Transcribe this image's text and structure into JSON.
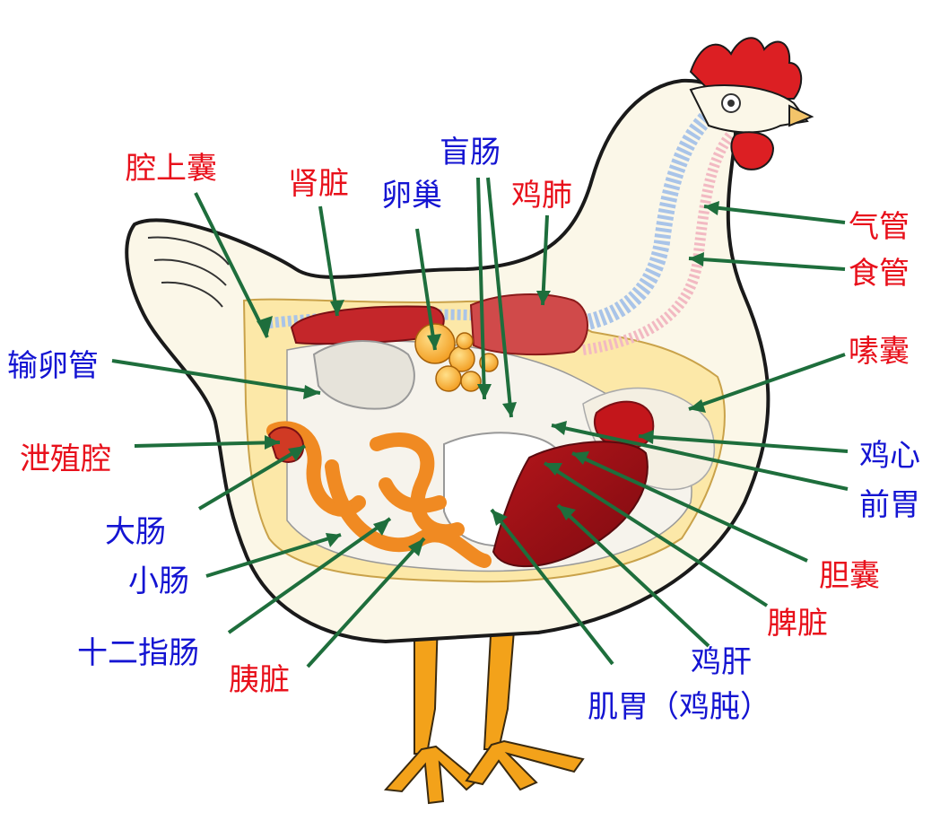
{
  "colors": {
    "label_red": "#e8101b",
    "label_blue": "#1414d2",
    "leader_green": "#1e6e3c",
    "comb_red": "#dc1f23",
    "body_cream": "#fbf7e8",
    "leg_orange": "#f3a21a"
  },
  "labels": {
    "air_sac": "腔上囊",
    "kidney": "肾脏",
    "cecum": "盲肠",
    "ovary": "卵巢",
    "lung": "鸡肺",
    "trachea": "气管",
    "esophagus": "食管",
    "crop": "嗉囊",
    "oviduct": "输卵管",
    "cloaca": "泄殖腔",
    "heart": "鸡心",
    "proventriculus": "前胃",
    "large_intestine": "大肠",
    "small_intestine": "小肠",
    "gallbladder": "胆囊",
    "spleen": "脾脏",
    "duodenum": "十二指肠",
    "pancreas": "胰脏",
    "liver": "鸡肝",
    "gizzard": "肌胃（鸡肫）"
  }
}
